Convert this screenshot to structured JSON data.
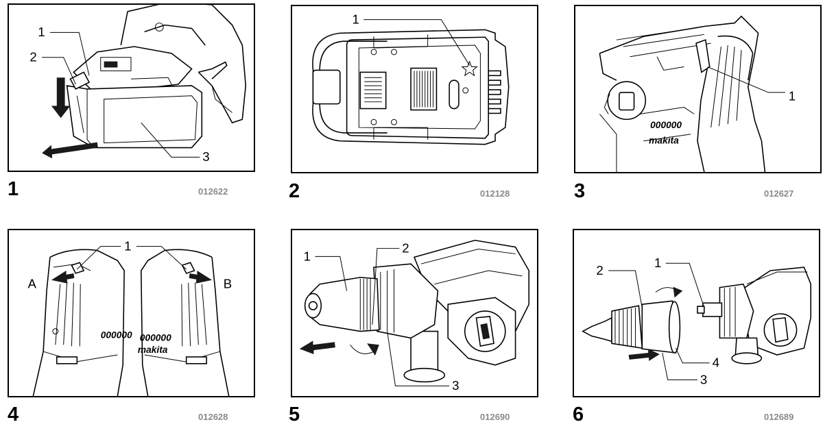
{
  "figures": [
    {
      "number": "1",
      "code": "012622",
      "callouts": [
        "1",
        "2",
        "3"
      ]
    },
    {
      "number": "2",
      "code": "012128",
      "callouts": [
        "1"
      ]
    },
    {
      "number": "3",
      "code": "012627",
      "callouts": [
        "1"
      ],
      "brand": "makita",
      "model_mark": "000000"
    },
    {
      "number": "4",
      "code": "012628",
      "callouts": [
        "1"
      ],
      "side_labels": [
        "A",
        "B"
      ],
      "brand": "makita",
      "model_mark": "000000"
    },
    {
      "number": "5",
      "code": "012690",
      "callouts": [
        "1",
        "2",
        "3"
      ]
    },
    {
      "number": "6",
      "code": "012689",
      "callouts": [
        "1",
        "2",
        "3",
        "4"
      ]
    }
  ]
}
